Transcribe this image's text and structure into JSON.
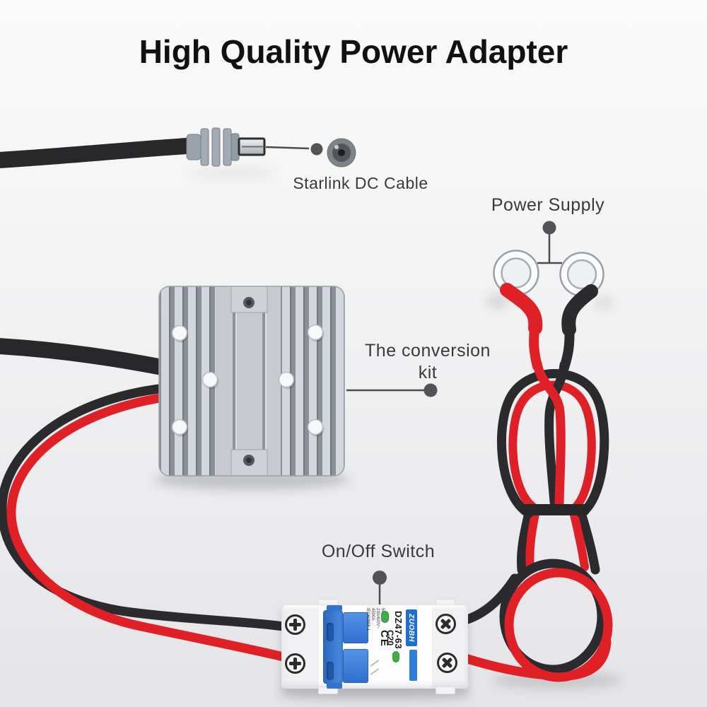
{
  "title": "High Quality Power Adapter",
  "labels": {
    "dc_cable": "Starlink DC Cable",
    "power_supply": "Power Supply",
    "conversion_kit_line1": "The conversion",
    "conversion_kit_line2": "kit",
    "switch": "On/Off Switch"
  },
  "breaker": {
    "brand": "ZUOBH",
    "model": "DZ47-63",
    "rating": "C20",
    "cert": "CE",
    "specs": [
      "50Hz",
      "230/400V~",
      "4500A",
      "IEC60898-1"
    ]
  },
  "colors": {
    "wire_red": "#df2127",
    "wire_black": "#2b2b2d",
    "toggle_blue": "#3b7fd6",
    "brand_blue": "#1d6fd0",
    "indicator_green": "#3fae49",
    "heatsink_gray": "#c7cbd0",
    "leader_gray": "#4c4c4f",
    "title_black": "#111113",
    "label_gray": "#3a3a3c"
  }
}
